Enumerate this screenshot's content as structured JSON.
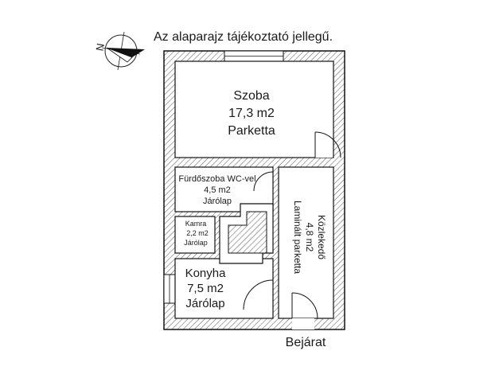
{
  "note": "Az alaparajz tájékoztató jellegű.",
  "compass": {
    "letter": "N",
    "icon": "compass-rose-icon"
  },
  "rooms": {
    "szoba": {
      "name": "Szoba",
      "area": "17,3 m2",
      "floor": "Parketta"
    },
    "furdo": {
      "name": "Fürdőszoba WC-vel",
      "area": "4,5 m2",
      "floor": "Járólap"
    },
    "kamra": {
      "name": "Kamra",
      "area": "2,2 m2",
      "floor": "Járólap"
    },
    "kozlekedo": {
      "name": "Közlekedő",
      "area": "4,8 m2",
      "floor": "Laminált parketta"
    },
    "konyha": {
      "name": "Konyha",
      "area": "7,5 m2",
      "floor": "Járólap"
    }
  },
  "entrance": "Bejárat",
  "colors": {
    "wall_hatch": "#444444",
    "line": "#111111",
    "background": "#ffffff"
  }
}
